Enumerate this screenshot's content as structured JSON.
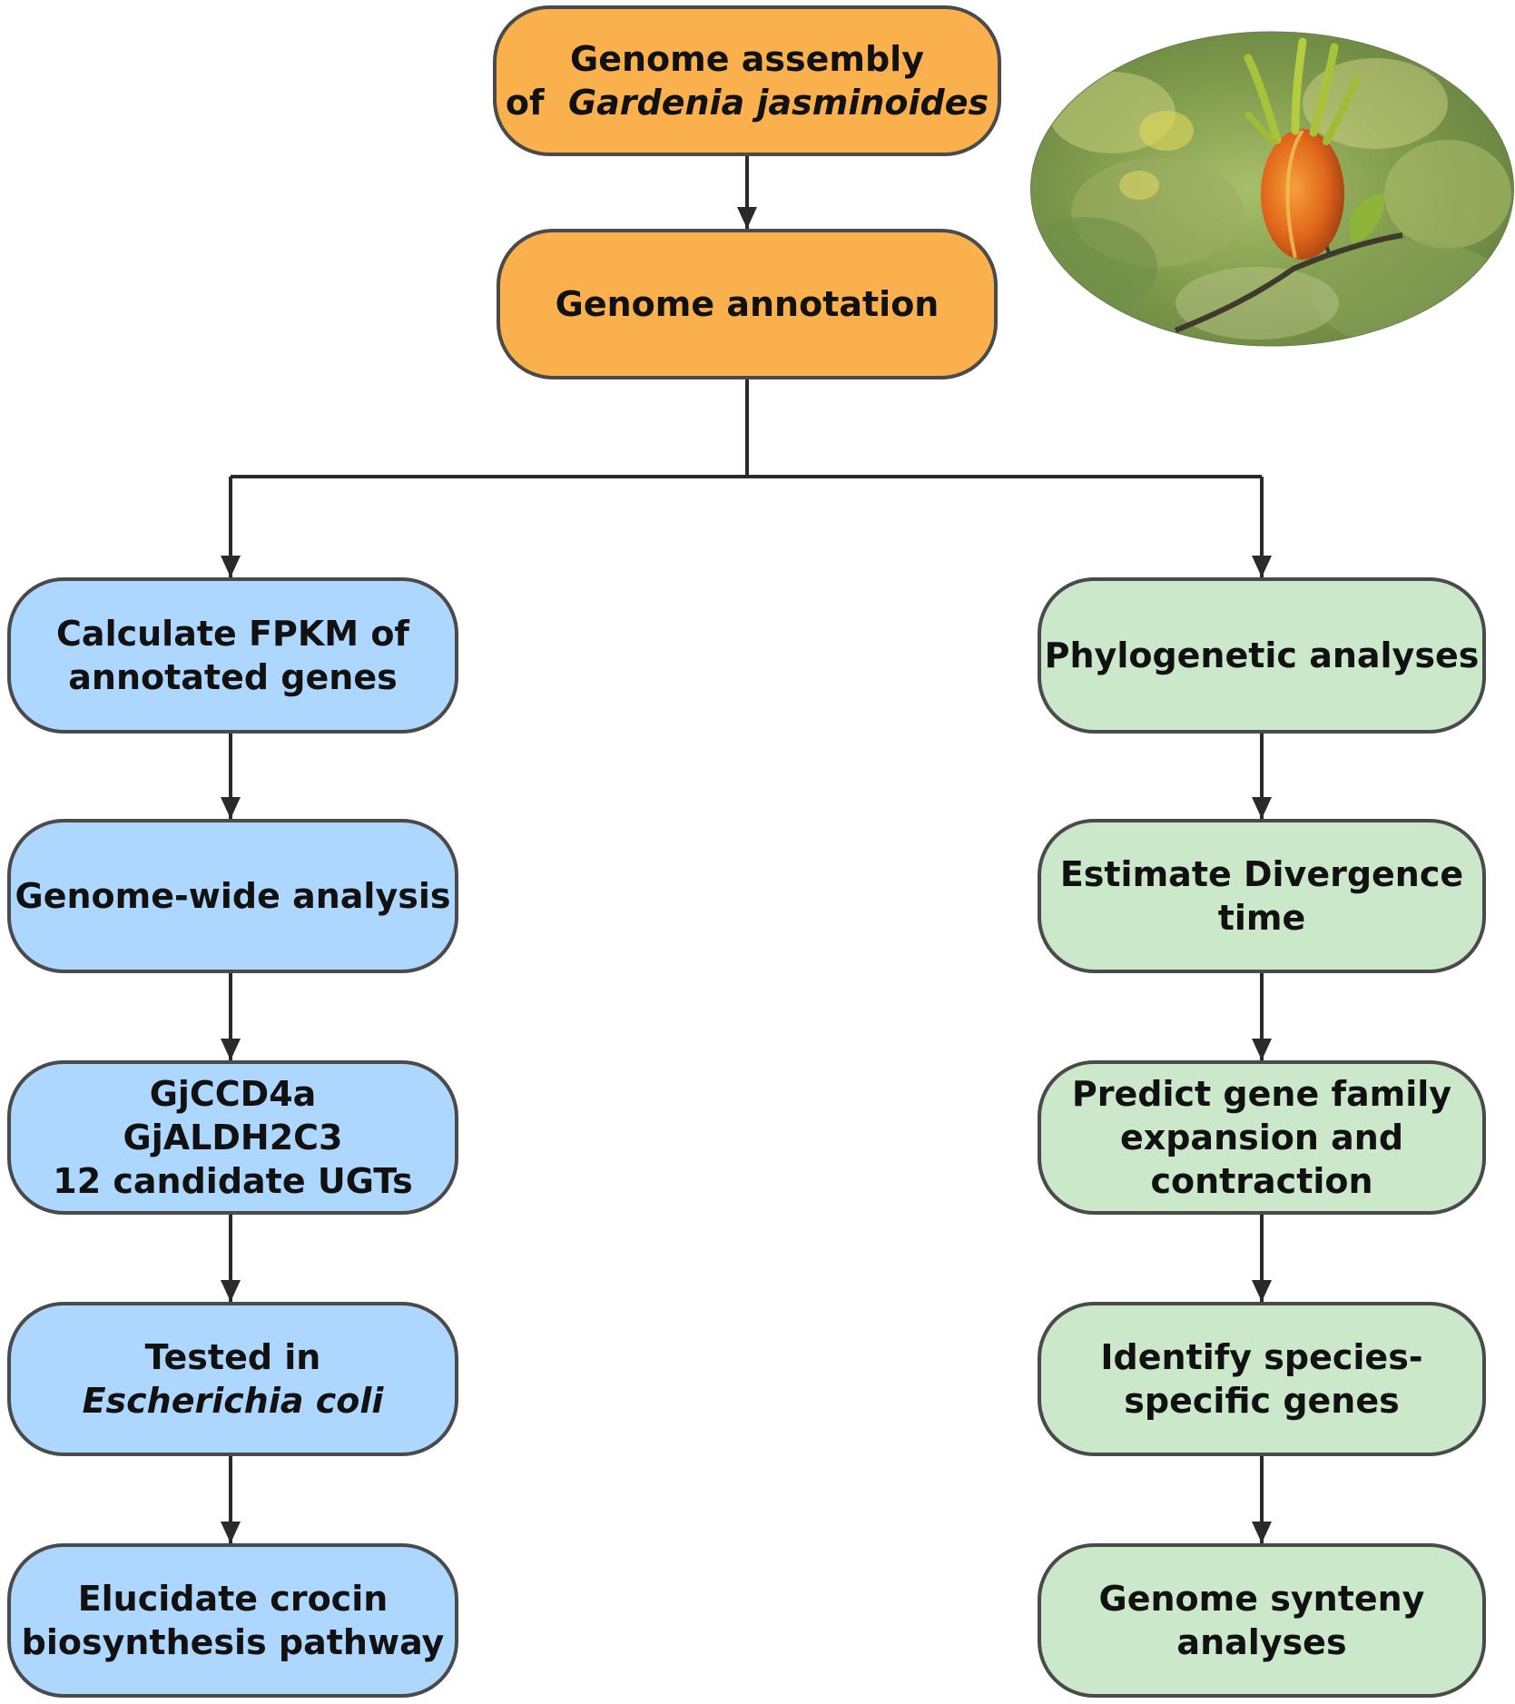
{
  "colors": {
    "orange": "#f9b04d",
    "blue": "#aed7ff",
    "green": "#cbe8cb",
    "border": "#4a4a4a",
    "arrow": "#2a2a2a"
  },
  "top": {
    "assembly": {
      "line1": "Genome assembly",
      "line2_prefix": "of",
      "line2_italic": "Gardenia jasminoides"
    },
    "annotation": "Genome annotation"
  },
  "left": [
    {
      "lines": [
        "Calculate FPKM of",
        "annotated genes"
      ]
    },
    {
      "lines": [
        "Genome-wide analysis"
      ]
    },
    {
      "lines": [
        "GjCCD4a",
        "GjALDH2C3",
        "12 candidate UGTs"
      ]
    },
    {
      "lines": [
        "Tested in"
      ],
      "italic": "Escherichia coli"
    },
    {
      "lines": [
        "Elucidate crocin",
        "biosynthesis pathway"
      ]
    }
  ],
  "right": [
    {
      "lines": [
        "Phylogenetic analyses"
      ]
    },
    {
      "lines": [
        "Estimate Divergence",
        "time"
      ]
    },
    {
      "lines": [
        "Predict gene family",
        "expansion and",
        "contraction"
      ]
    },
    {
      "lines": [
        "Identify species-",
        "specific genes"
      ]
    },
    {
      "lines": [
        "Genome synteny",
        "analyses"
      ]
    }
  ]
}
